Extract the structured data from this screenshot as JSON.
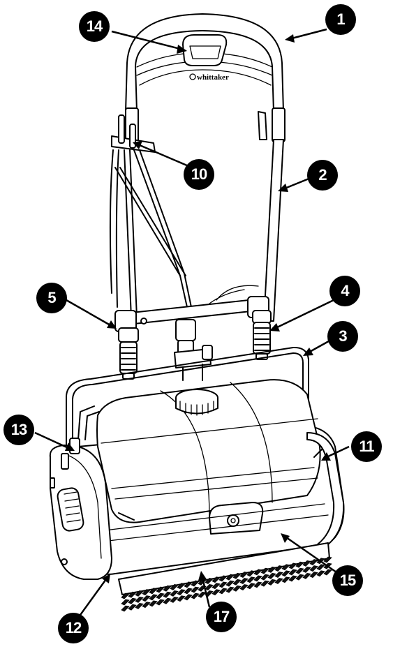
{
  "diagram": {
    "brand_logo_text": "whittaker",
    "callouts": [
      {
        "id": "1",
        "label": "1"
      },
      {
        "id": "2",
        "label": "2"
      },
      {
        "id": "3",
        "label": "3"
      },
      {
        "id": "4",
        "label": "4"
      },
      {
        "id": "5",
        "label": "5"
      },
      {
        "id": "10",
        "label": "10"
      },
      {
        "id": "11",
        "label": "11"
      },
      {
        "id": "12",
        "label": "12"
      },
      {
        "id": "13",
        "label": "13"
      },
      {
        "id": "14",
        "label": "14"
      },
      {
        "id": "15",
        "label": "15"
      },
      {
        "id": "17",
        "label": "17"
      }
    ]
  }
}
